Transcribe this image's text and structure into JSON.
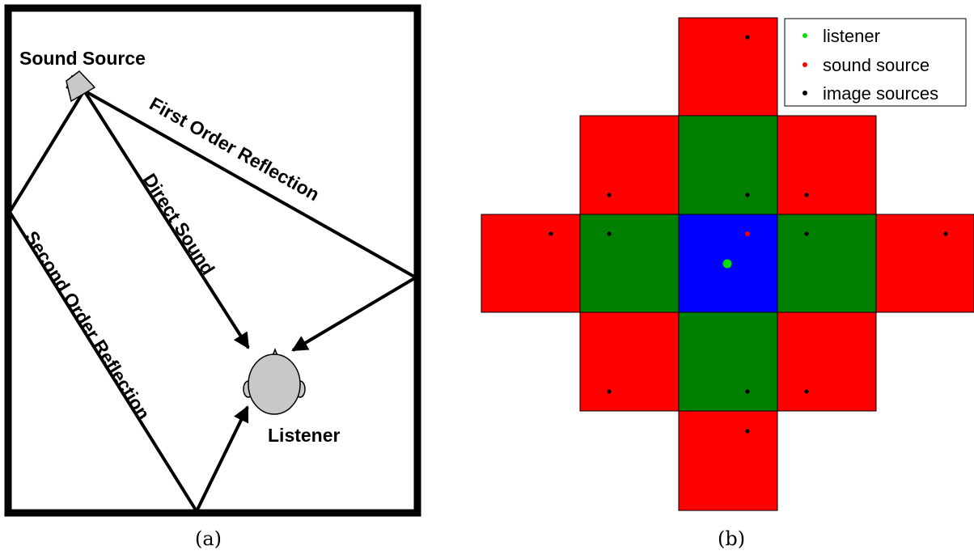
{
  "panel_a": {
    "caption": "(a)",
    "labels": {
      "sound_source": "Sound Source",
      "listener": "Listener",
      "direct": "Direct Sound",
      "first_order": "First Order Reflection",
      "second_order": "Second Order Reflection"
    }
  },
  "panel_b": {
    "caption": "(b)",
    "legend": [
      {
        "label": "listener",
        "color": "#00e000"
      },
      {
        "label": "sound source",
        "color": "#ff0000"
      },
      {
        "label": "image sources",
        "color": "#000000"
      }
    ],
    "colors": {
      "room": "#0000ff",
      "first_order": "#008000",
      "second_order": "#ff0000"
    }
  }
}
